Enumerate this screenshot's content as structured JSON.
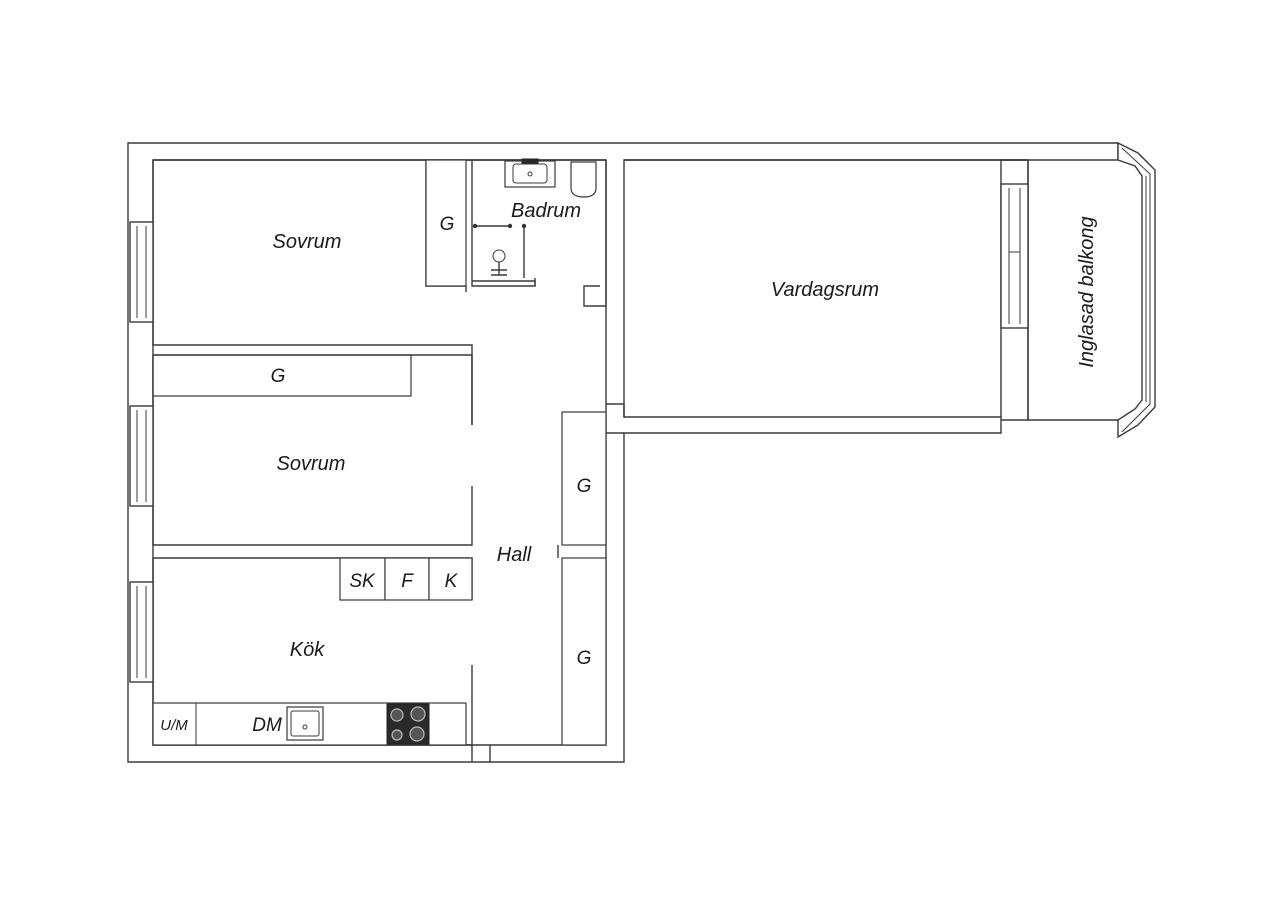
{
  "rooms": {
    "bedroom_1": "Sovrum",
    "bedroom_2": "Sovrum",
    "bathroom": "Badrum",
    "living_room": "Vardagsrum",
    "balcony": "Inglasad balkong",
    "hall": "Hall",
    "kitchen": "Kök"
  },
  "fixtures": {
    "wardrobe_bath": "G",
    "wardrobe_bedroom2": "G",
    "wardrobe_hall_upper": "G",
    "wardrobe_hall_lower": "G",
    "cabinet_sk": "SK",
    "cabinet_f": "F",
    "cabinet_k": "K",
    "kitchen_um": "U/M",
    "kitchen_dm": "DM"
  }
}
